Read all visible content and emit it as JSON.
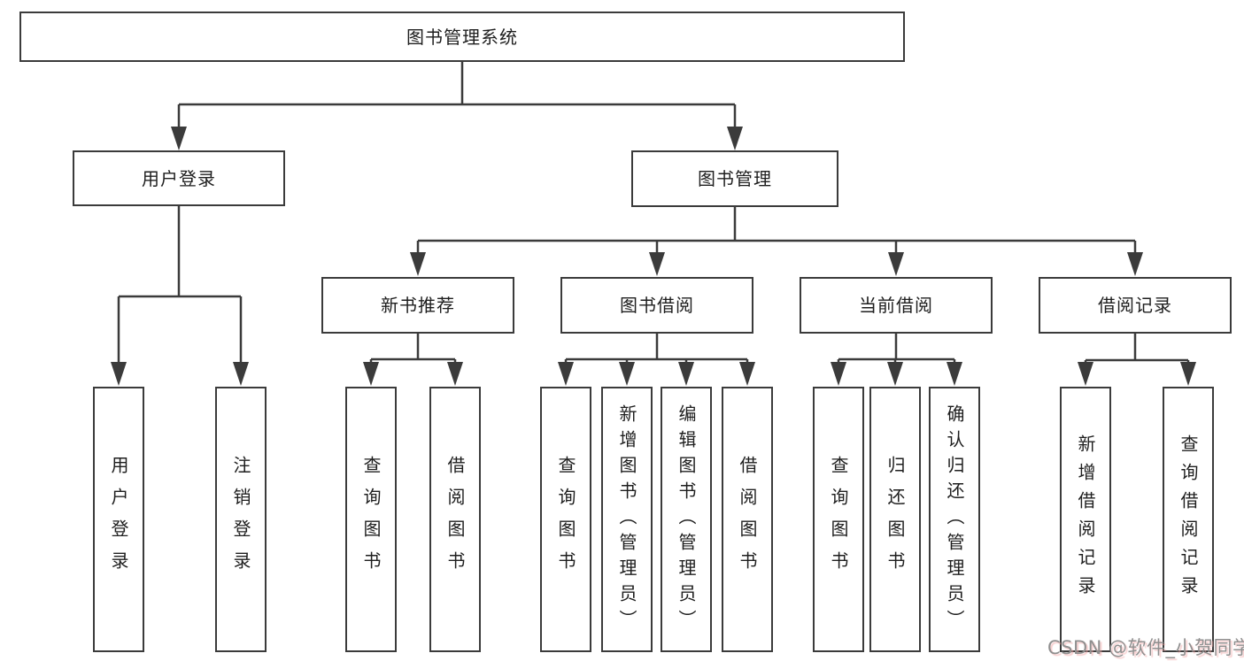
{
  "nodes": {
    "root": "图书管理系统",
    "l1": [
      "用户登录",
      "图书管理"
    ],
    "l2": [
      "新书推荐",
      "图书借阅",
      "当前借阅",
      "借阅记录"
    ],
    "leaves": [
      "用户登录",
      "注销登录",
      "查询图书",
      "借阅图书",
      "查询图书",
      "新增图书（管理员）",
      "编辑图书（管理员）",
      "借阅图书",
      "查询图书",
      "归还图书",
      "确认归还（管理员）",
      "新增借阅记录",
      "查询借阅记录"
    ]
  },
  "watermark": "CSDN @软件_小贺同学",
  "colors": {
    "line": "#3b3b3b",
    "text": "#1e1e1e",
    "background": "#ffffff",
    "watermark": "#8f8f8f",
    "watermark_shadow": "#f1a6a6"
  }
}
